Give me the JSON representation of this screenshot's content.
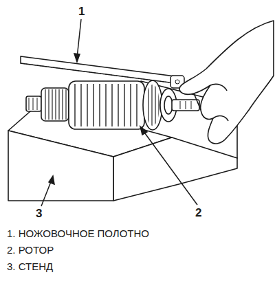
{
  "diagram": {
    "labels": [
      "1",
      "2",
      "3",
      "1. НОЖОВОЧНОЕ ПОЛОТНО",
      "2. РОТОР",
      "3. СТЕНД"
    ]
  }
}
